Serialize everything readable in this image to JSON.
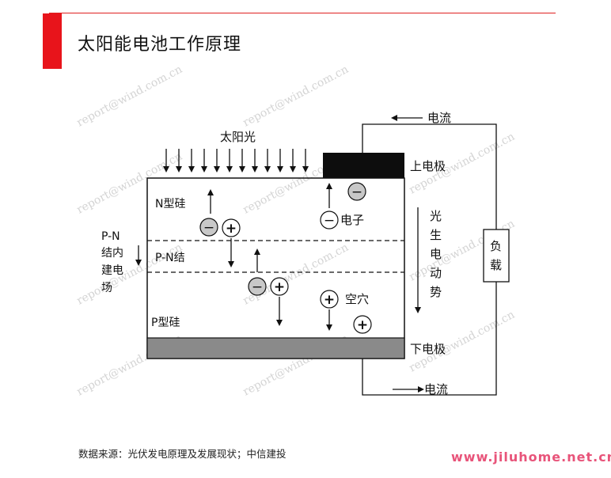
{
  "header": {
    "title": "太阳能电池工作原理",
    "accent_color": "#e8141b"
  },
  "diagram": {
    "sunlight_label": "太阳光",
    "top_electrode_label": "上电极",
    "bottom_electrode_label": "下电极",
    "current_top_label": "电流",
    "current_bottom_label": "电流",
    "load_label": [
      "负",
      "载"
    ],
    "n_region_label": "N型硅",
    "pn_junction_label": "P-N结",
    "p_region_label": "P型硅",
    "electron_label": "电子",
    "hole_label": "空穴",
    "photo_emf_label": [
      "光",
      "生",
      "电",
      "动",
      "势"
    ],
    "field_label": [
      "P-N",
      "结内",
      "建电",
      "场"
    ],
    "electron_symbol": "−",
    "hole_symbol": "+",
    "watermark_text": "report@wind.com.cn"
  },
  "footer": {
    "source": "数据来源：光伏发电原理及发展现状；中信建投",
    "site_watermark": "www.jiluhome.net.cn"
  }
}
